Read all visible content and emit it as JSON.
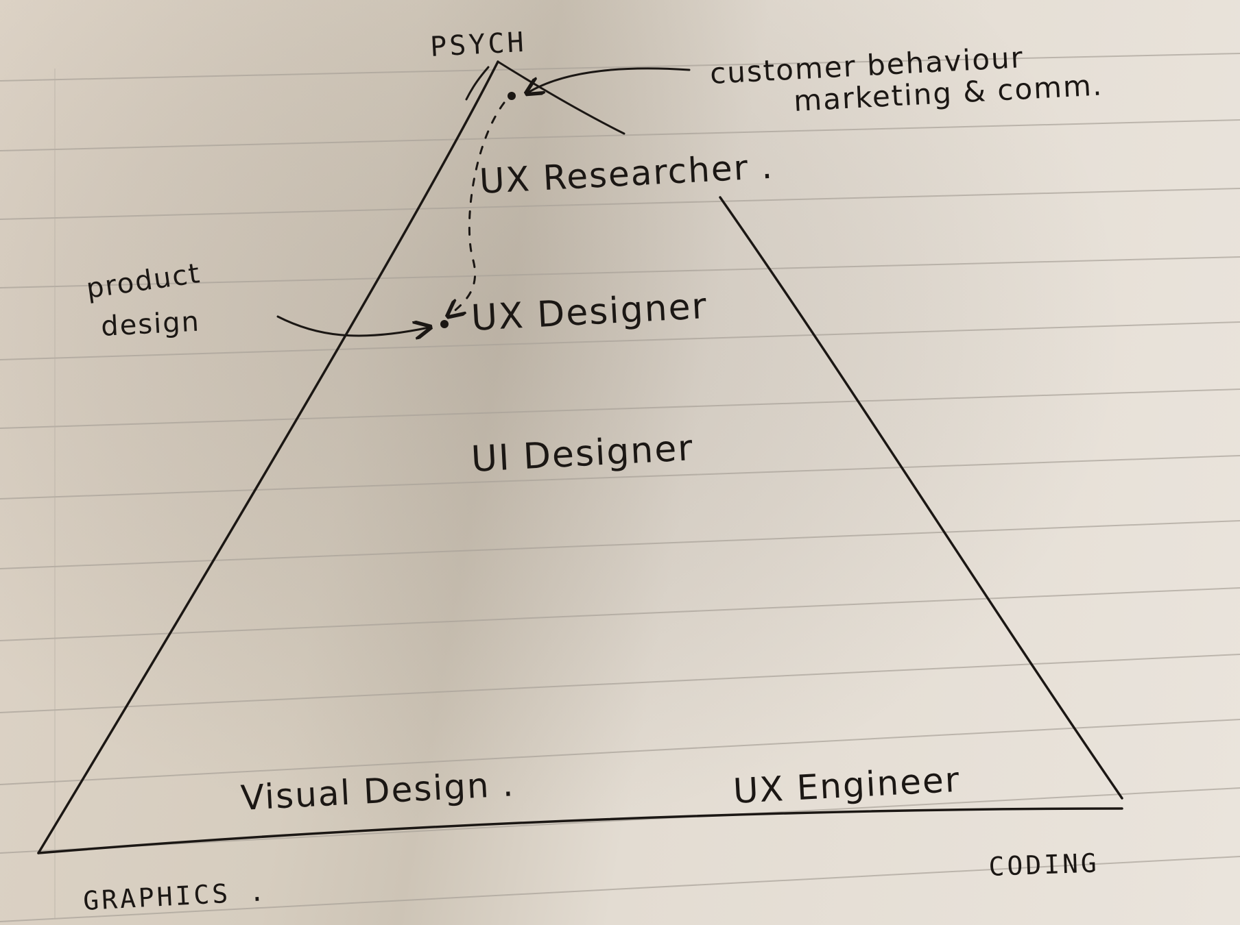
{
  "diagram": {
    "apex_label": "PSYCH",
    "bottom_left_label": "GRAPHICS .",
    "bottom_right_label": "CODING",
    "annotations": {
      "customer_line1": "customer behaviour",
      "customer_line2": "marketing & comm.",
      "product_line1": "product",
      "product_line2": "design"
    },
    "roles": {
      "ux_researcher": "UX Researcher .",
      "ux_designer": "UX Designer",
      "ui_designer": "UI Designer",
      "visual_design": "Visual Design .",
      "ux_engineer": "UX Engineer"
    },
    "colors": {
      "ink": "#1b1714",
      "paper": "#e3dcd2",
      "rule": "#a9a299"
    }
  }
}
